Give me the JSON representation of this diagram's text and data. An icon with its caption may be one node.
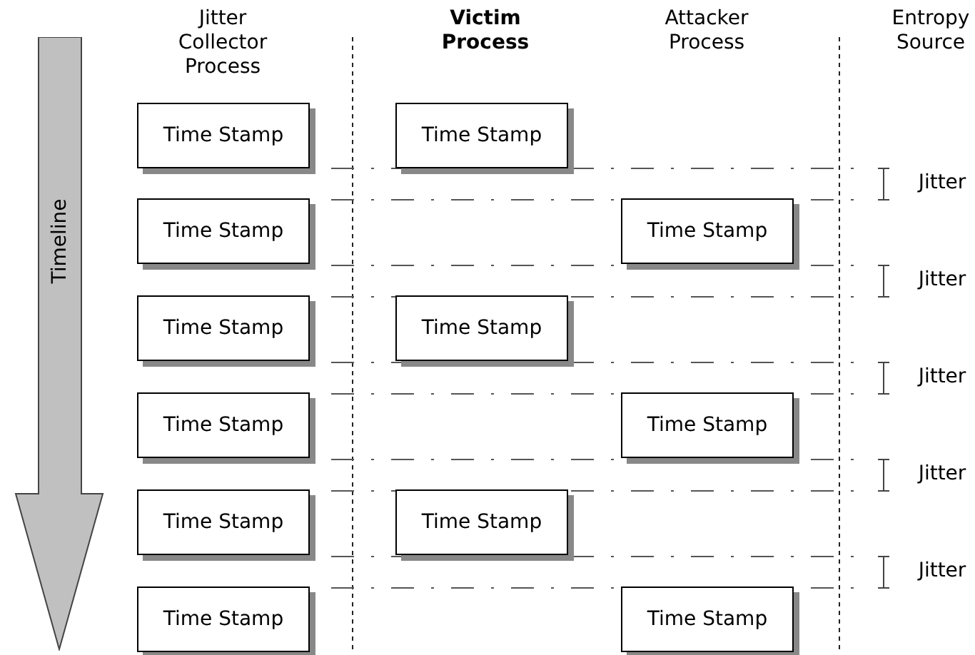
{
  "diagram": {
    "nodes": [
      {
        "text": [
          "Timeline"
        ]
      },
      {
        "text": [
          "Time Stamp"
        ]
      },
      {
        "text": [
          "Time Stamp"
        ]
      },
      {
        "text": [
          "Time Stamp"
        ]
      },
      {
        "text": [
          "Time Stamp"
        ]
      },
      {
        "text": [
          "Time Stamp"
        ]
      },
      {
        "text": [
          "Time Stamp"
        ]
      },
      {
        "text": [
          "Time Stamp"
        ]
      },
      {
        "text": [
          "Time Stamp"
        ]
      },
      {
        "text": [
          "Time Stamp"
        ]
      },
      {
        "text": [
          "Time Stamp"
        ]
      },
      {
        "text": [
          "Time Stamp"
        ]
      },
      {
        "text": [
          "Time Stamp"
        ]
      }
    ],
    "labels": [
      "Jitter Collector Process",
      "Victim Process",
      "Attacker Process",
      "Entropy Source",
      "Jitter",
      "Jitter",
      "Jitter",
      "Jitter",
      "Jitter"
    ]
  }
}
